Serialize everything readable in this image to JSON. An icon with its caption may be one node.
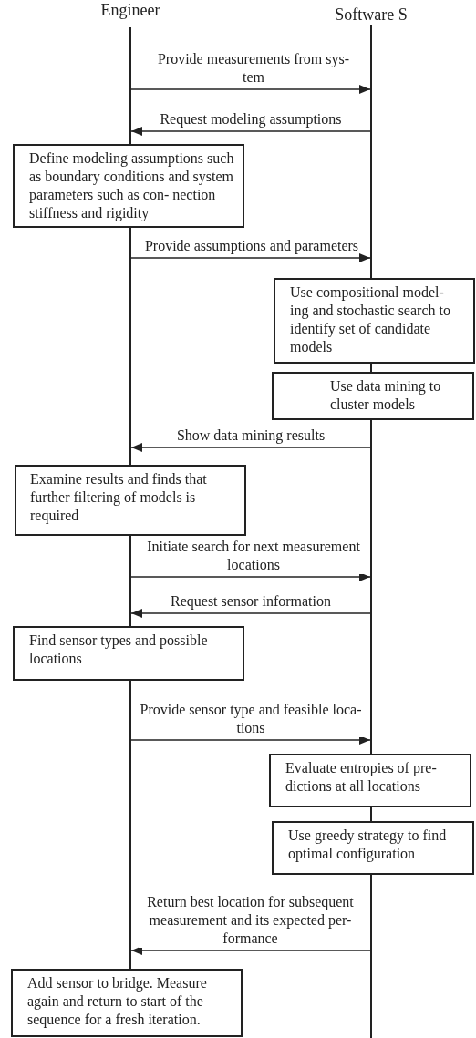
{
  "diagram": {
    "nodes": [
      {
        "text": [],
        "shape": "bar",
        "beside": [
          "Engineer"
        ]
      },
      {
        "text": [],
        "shape": "bar",
        "beside": [
          "Software S"
        ]
      },
      {
        "text": [
          "Define modeling assumptions such as boundary conditions and system parameters such as con- nection stiffness and rigidity"
        ]
      },
      {
        "text": [
          "Use compositional model- ing and stochastic search to identify set of candidate models"
        ]
      },
      {
        "text": [
          "Use data mining to cluster models"
        ]
      },
      {
        "text": [
          "Examine results and finds that further filtering of models is required"
        ]
      },
      {
        "text": [
          "Find sensor types and possible locations"
        ]
      },
      {
        "text": [
          "Evaluate entropies of pre- dictions at all locations"
        ]
      },
      {
        "text": [
          "Use greedy strategy to find optimal configuration"
        ]
      },
      {
        "text": [
          "Add sensor to bridge. Measure again and return to start of the sequence for a fresh iteration."
        ]
      }
    ],
    "edges": [
      {
        "from": 0,
        "to": 1,
        "arrow": "to",
        "label": "Provide measurements from sys- tem"
      },
      {
        "from": 1,
        "to": 0,
        "arrow": "to",
        "label": "Request modeling assumptions"
      },
      {
        "from": 0,
        "to": 1,
        "arrow": "to",
        "label": "Provide assumptions and parameters"
      },
      {
        "from": 1,
        "to": 0,
        "arrow": "to",
        "label": "Show data mining results"
      },
      {
        "from": 0,
        "to": 1,
        "arrow": "to",
        "label": "Initiate search for next measurement locations"
      },
      {
        "from": 1,
        "to": 0,
        "arrow": "to",
        "label": "Request sensor information"
      },
      {
        "from": 0,
        "to": 1,
        "arrow": "to",
        "label": "Provide sensor type and feasible loca- tions"
      },
      {
        "from": 1,
        "to": 0,
        "arrow": "to",
        "label": "Return best location for subsequent measurement and its expected per- formance"
      }
    ]
  }
}
